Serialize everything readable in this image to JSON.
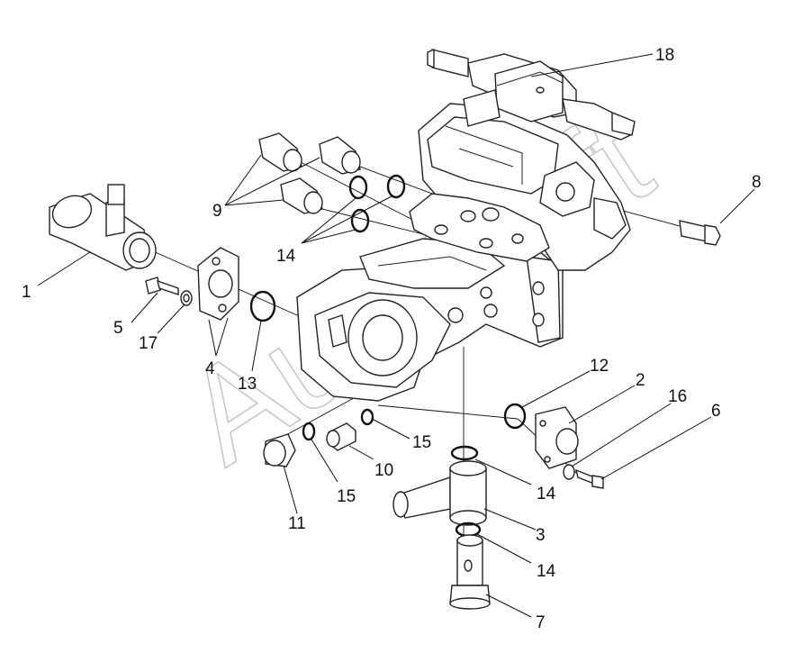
{
  "diagram": {
    "watermark": "AutoSoft",
    "callouts": [
      {
        "id": "1",
        "label": "1"
      },
      {
        "id": "2",
        "label": "2"
      },
      {
        "id": "3",
        "label": "3"
      },
      {
        "id": "4",
        "label": "4"
      },
      {
        "id": "5",
        "label": "5"
      },
      {
        "id": "6",
        "label": "6"
      },
      {
        "id": "7",
        "label": "7"
      },
      {
        "id": "8",
        "label": "8"
      },
      {
        "id": "9",
        "label": "9"
      },
      {
        "id": "10",
        "label": "10"
      },
      {
        "id": "11",
        "label": "11"
      },
      {
        "id": "12",
        "label": "12"
      },
      {
        "id": "13",
        "label": "13"
      },
      {
        "id": "14a",
        "label": "14"
      },
      {
        "id": "14b",
        "label": "14"
      },
      {
        "id": "14c",
        "label": "14"
      },
      {
        "id": "15a",
        "label": "15"
      },
      {
        "id": "15b",
        "label": "15"
      },
      {
        "id": "16",
        "label": "16"
      },
      {
        "id": "17",
        "label": "17"
      },
      {
        "id": "18",
        "label": "18"
      }
    ]
  }
}
